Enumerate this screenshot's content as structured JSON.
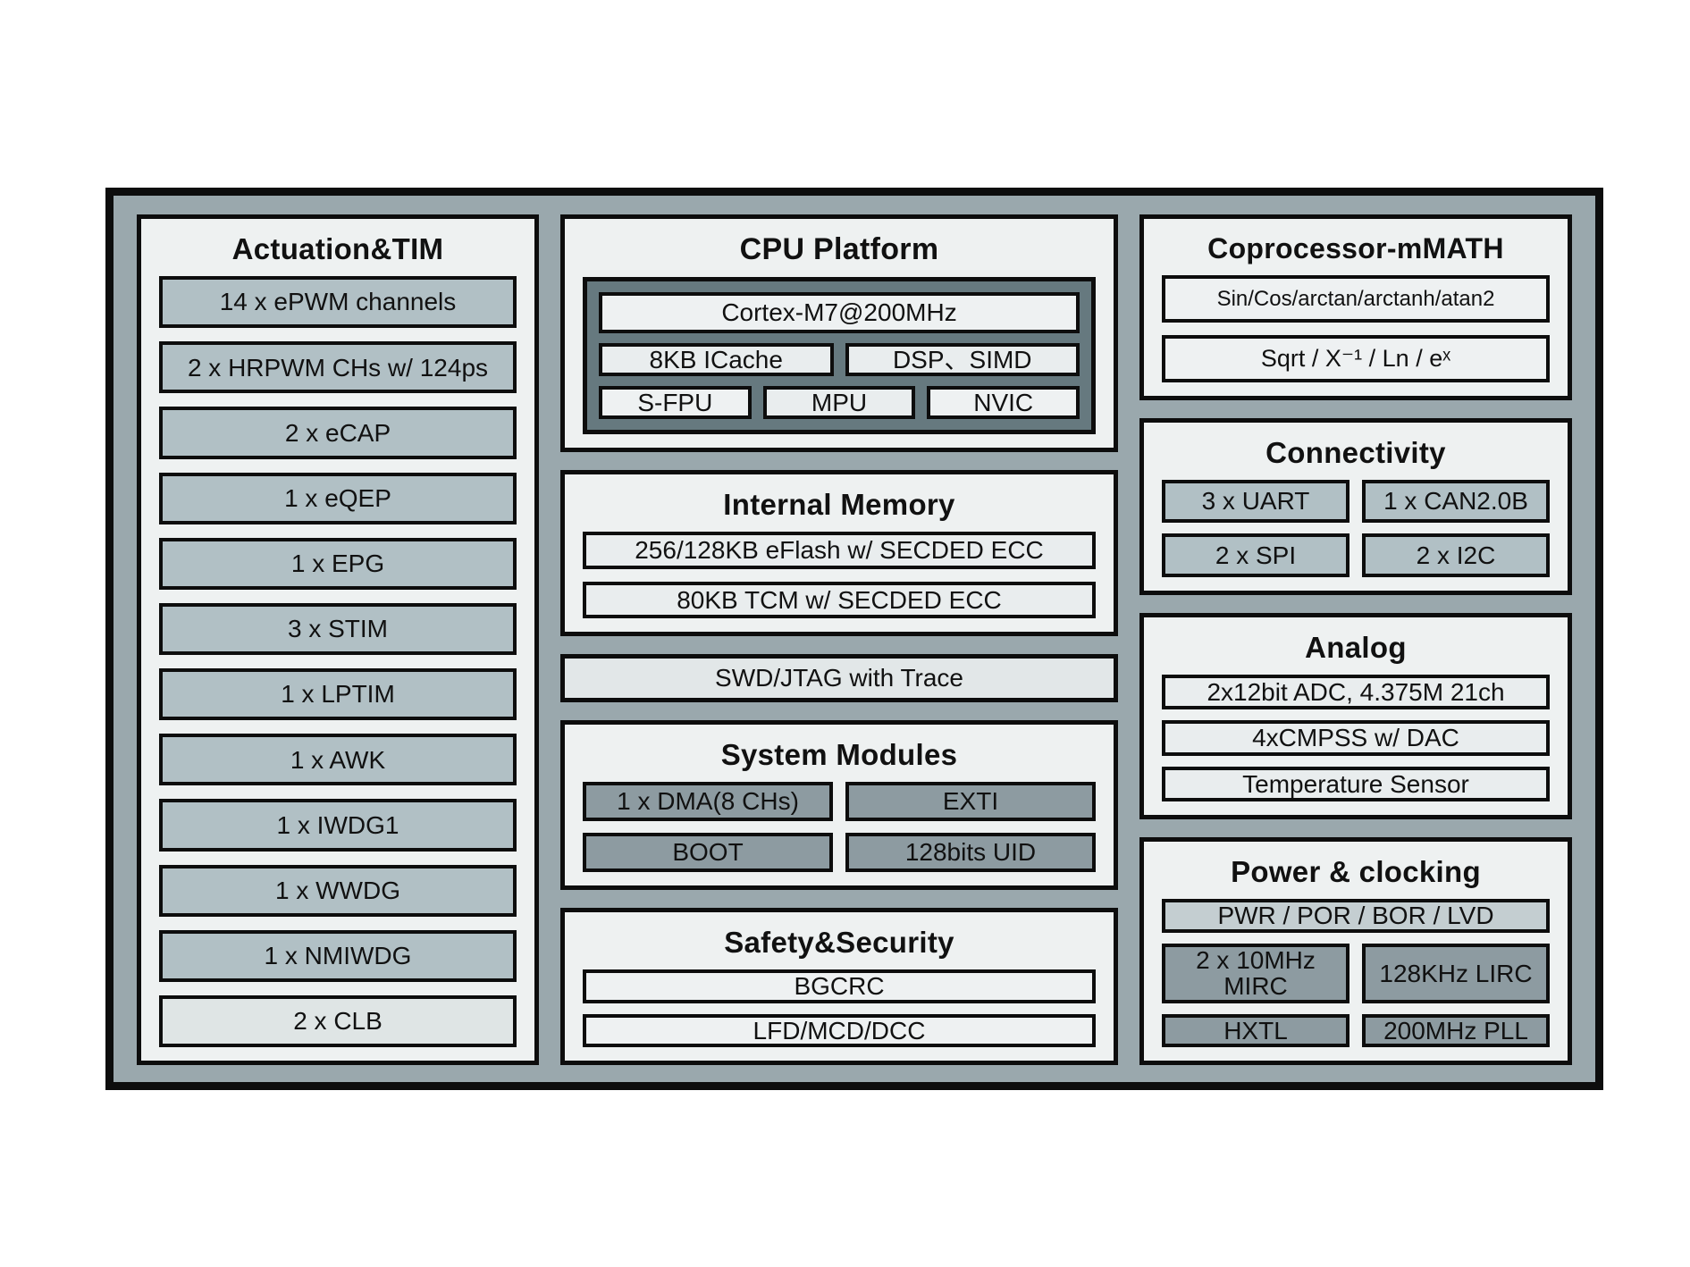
{
  "colors": {
    "page_bg": "#ffffff",
    "frame_bg": "#9aa8ad",
    "border": "#0d0d0d",
    "section_bg": "#eef1f1",
    "cell_gray": "#b1c0c5",
    "cell_dark": "#8d9ba1",
    "cell_light": "#e9edee",
    "cell_clb": "#dfe5e5",
    "cpu_inner_bg": "#66797f",
    "pwr_bar": "#c4ced1"
  },
  "actuation": {
    "title": "Actuation&TIM",
    "items": [
      "14 x ePWM channels",
      "2 x HRPWM CHs w/ 124ps",
      "2 x eCAP",
      "1 x eQEP",
      "1 x EPG",
      "3 x STIM",
      "1 x LPTIM",
      "1 x AWK",
      "1 x IWDG1",
      "1 x WWDG",
      "1 x NMIWDG",
      "2 x CLB"
    ]
  },
  "cpu": {
    "title": "CPU Platform",
    "core": "Cortex-M7@200MHz",
    "cache": "8KB ICache",
    "dsp": "DSP、SIMD",
    "fpu": "S-FPU",
    "mpu": "MPU",
    "nvic": "NVIC"
  },
  "memory": {
    "title": "Internal Memory",
    "rows": [
      "256/128KB eFlash w/ SECDED ECC",
      "80KB TCM w/ SECDED ECC"
    ]
  },
  "debug": {
    "label": "SWD/JTAG with Trace"
  },
  "system": {
    "title": "System Modules",
    "cells": [
      "1 x DMA(8 CHs)",
      "EXTI",
      "BOOT",
      "128bits UID"
    ]
  },
  "safety": {
    "title": "Safety&Security",
    "rows": [
      "BGCRC",
      "LFD/MCD/DCC"
    ]
  },
  "math": {
    "title": "Coprocessor-mMATH",
    "rows": [
      "Sin/Cos/arctan/arctanh/atan2",
      "Sqrt / X⁻¹ / Ln / eˣ"
    ]
  },
  "connectivity": {
    "title": "Connectivity",
    "cells": [
      "3 x UART",
      "1 x CAN2.0B",
      "2 x SPI",
      "2 x I2C"
    ]
  },
  "analog": {
    "title": "Analog",
    "rows": [
      "2x12bit ADC, 4.375M 21ch",
      "4xCMPSS w/ DAC",
      "Temperature Sensor"
    ]
  },
  "power": {
    "title": "Power & clocking",
    "top_row": "PWR / POR / BOR / LVD",
    "cells": [
      "2 x 10MHz MIRC",
      "128KHz LIRC",
      "HXTL",
      "200MHz PLL"
    ]
  }
}
